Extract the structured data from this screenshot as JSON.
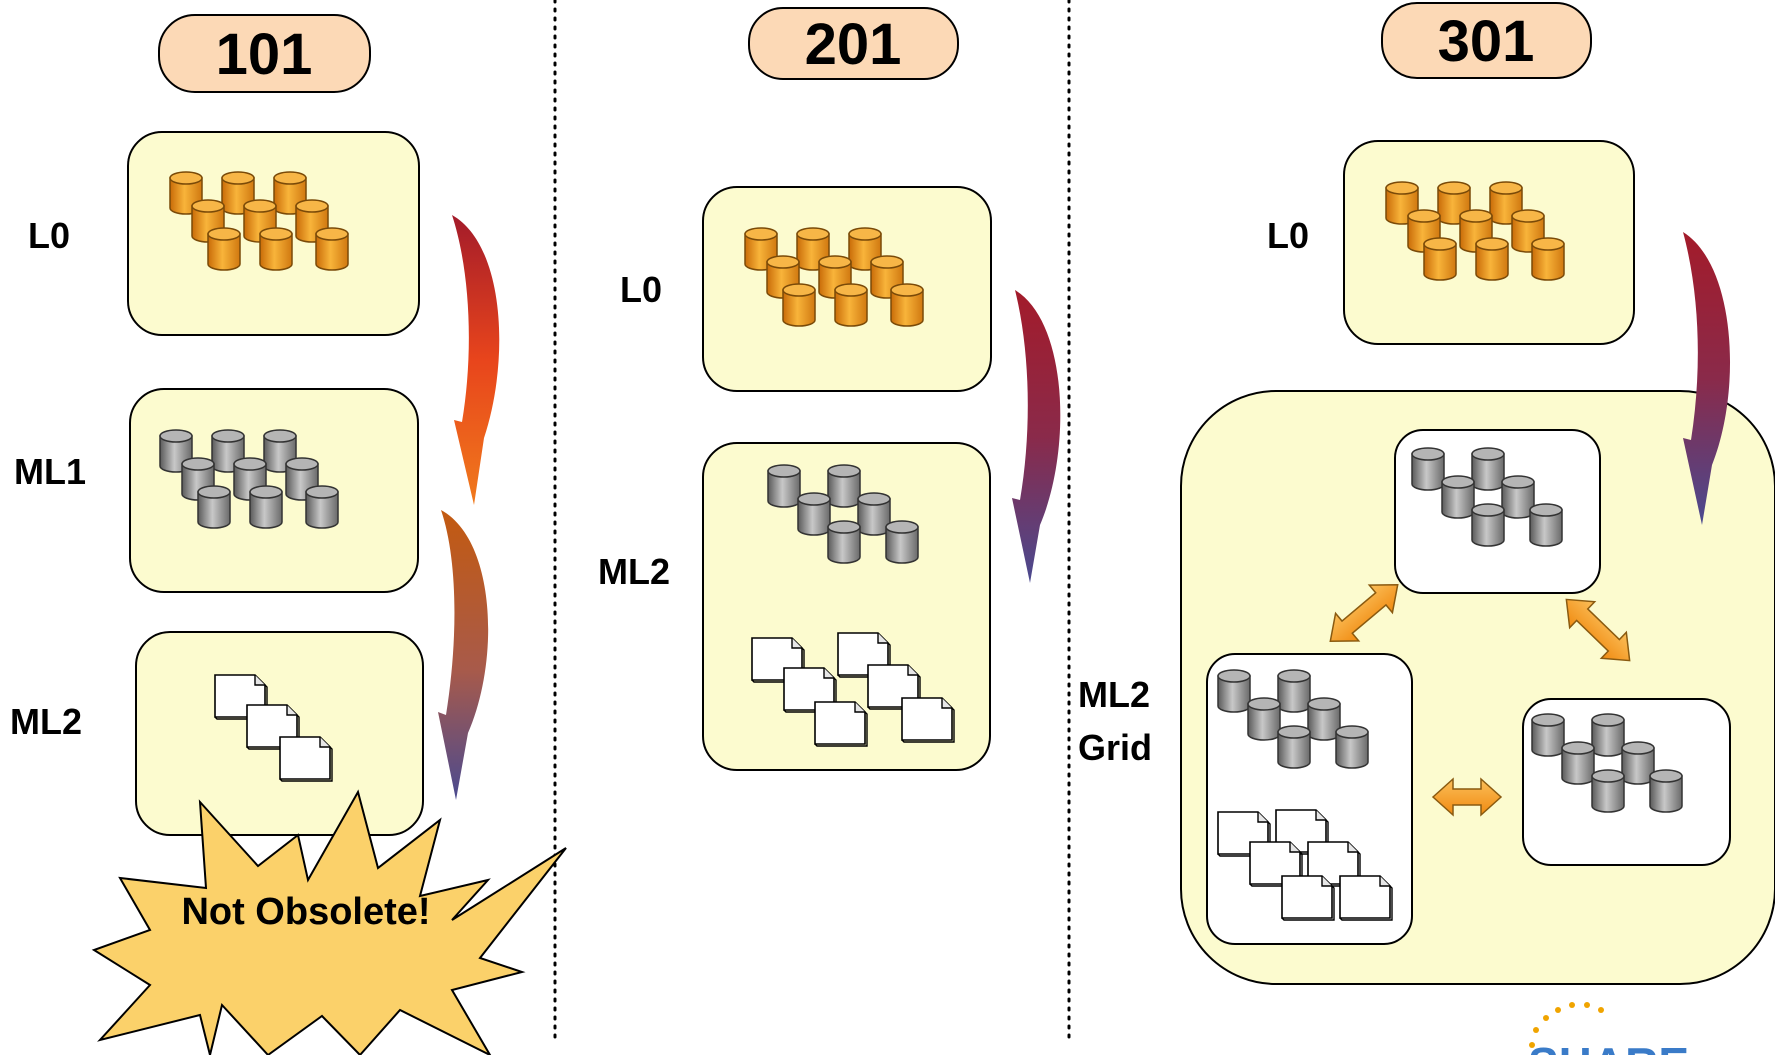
{
  "columns": [
    {
      "title": "101",
      "levels": [
        "L0",
        "ML1",
        "ML2"
      ],
      "callout": "Not Obsolete!"
    },
    {
      "title": "201",
      "levels": [
        "L0",
        "ML2"
      ]
    },
    {
      "title": "301",
      "levels": [
        "L0",
        "ML2",
        "Grid"
      ]
    }
  ],
  "logo": "SHARE",
  "colors": {
    "panel_fill": "#fcfbcf",
    "pill_fill": "#fcd9b6",
    "disk_orange": "#f0a030",
    "disk_gray": "#9a9a9a",
    "arrow_orange": "#f49b1c",
    "star_fill": "#fbd16a",
    "arrow_top": "#a31b2a",
    "arrow_bottom": "#5a4a8c"
  },
  "icons": [
    "disk-stack-icon",
    "tape-document-icon",
    "curved-arrow-icon",
    "double-arrow-icon",
    "starburst-icon"
  ]
}
